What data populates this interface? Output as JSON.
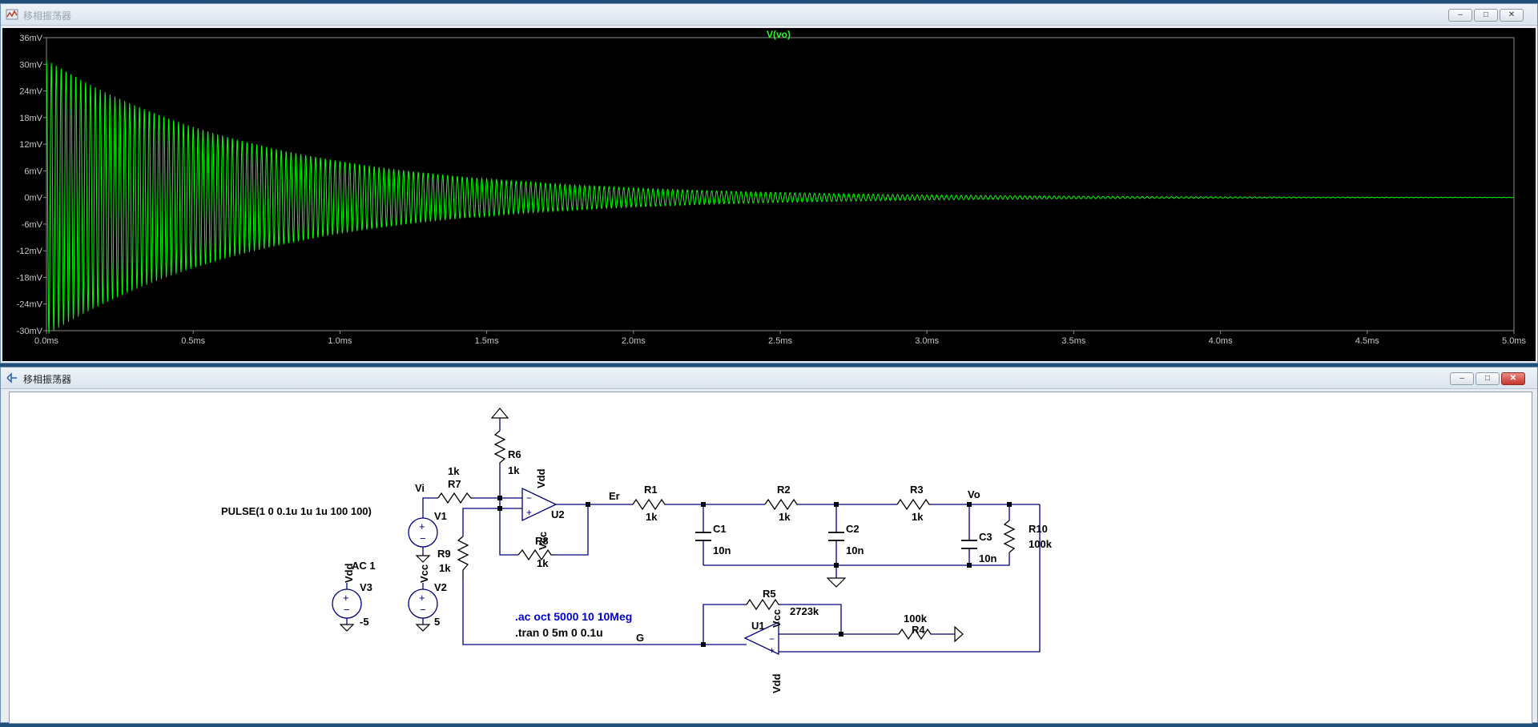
{
  "plot_window": {
    "title": "移相振荡器",
    "trace_label": "V(vo)",
    "buttons": {
      "minimize": "–",
      "restore": "□",
      "close": "✕"
    }
  },
  "schematic_window": {
    "title": "移相振荡器",
    "buttons": {
      "minimize": "–",
      "restore": "□",
      "close": "✕"
    }
  },
  "chart_data": {
    "type": "line",
    "title": "V(vo)",
    "xlim": [
      0,
      5
    ],
    "ylim": [
      -30,
      36
    ],
    "x_ticks": [
      "0.0ms",
      "0.5ms",
      "1.0ms",
      "1.5ms",
      "2.0ms",
      "2.5ms",
      "3.0ms",
      "3.5ms",
      "4.0ms",
      "4.5ms",
      "5.0ms"
    ],
    "y_ticks": [
      "36mV",
      "30mV",
      "24mV",
      "18mV",
      "12mV",
      "6mV",
      "0mV",
      "-6mV",
      "-12mV",
      "-18mV",
      "-24mV",
      "-30mV"
    ],
    "series": [
      {
        "name": "V(vo)",
        "color": "#00ff00",
        "model": "damped sine",
        "initial_amplitude_mV": 31,
        "decay_time_constant_ms": 0.75,
        "frequency_kHz": 60
      }
    ]
  },
  "schematic": {
    "labels": {
      "pulse": "PULSE(1 0 0.1u 1u 1u 100 100)",
      "ac": "AC 1",
      "vi": "Vi",
      "v1": "V1",
      "v2": "V2",
      "v3": "V3",
      "vcc_v2": "Vcc",
      "vdd_v3": "Vdd",
      "v2_val": "5",
      "v3_val": "-5",
      "r7": "R7",
      "r7_val": "1k",
      "r6": "R6",
      "r6_val": "1k",
      "r9": "R9",
      "r9_val": "1k",
      "r8": "R8",
      "r8_val": "1k",
      "u2": "U2",
      "u2_vdd": "Vdd",
      "u2_vcc": "Vcc",
      "er": "Er",
      "r1": "R1",
      "r1_val": "1k",
      "r2": "R2",
      "r2_val": "1k",
      "r3": "R3",
      "r3_val": "1k",
      "vo": "Vo",
      "c1": "C1",
      "c1_val": "10n",
      "c2": "C2",
      "c2_val": "10n",
      "c3": "C3",
      "c3_val": "10n",
      "r10": "R10",
      "r10_val": "100k",
      "r5": "R5",
      "r5_val": "2723k",
      "r4": "R4",
      "r4_val": "100k",
      "u1": "U1",
      "u1_vcc": "Vcc",
      "u1_vdd": "Vdd",
      "g": "G"
    },
    "directives": {
      "ac": ".ac oct 5000 10 10Meg",
      "tran": ".tran 0 5m 0 0.1u"
    },
    "colors": {
      "wire": "#000080",
      "component": "#000000",
      "directive_ac": "#0000cc"
    }
  }
}
